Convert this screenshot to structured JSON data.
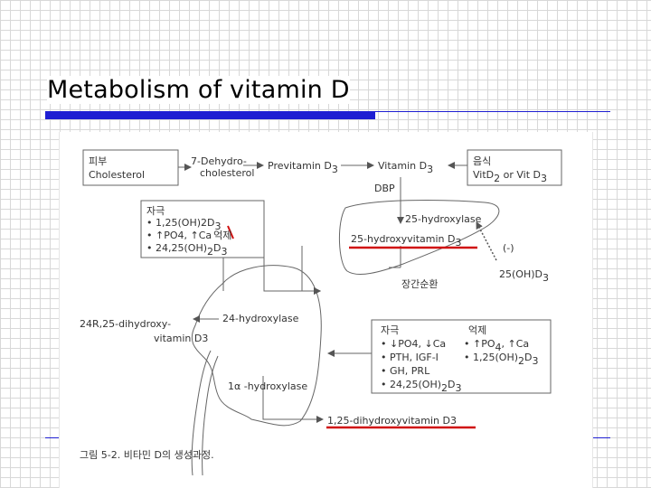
{
  "slide": {
    "title": "Metabolism of vitamin D",
    "colors": {
      "accent": "#1e1ed2",
      "highlight": "#d01010"
    }
  },
  "diagram": {
    "skin_title": "피부",
    "skin_body": "Cholesterol",
    "dehydro_l1": "7-Dehydro-",
    "dehydro_l2": "cholesterol",
    "previtamin": "Previtamin D",
    "previtamin_sub": "3",
    "vitamin": "Vitamin D",
    "vitamin_sub": "3",
    "food_title": "음식",
    "food_body": "VitD",
    "food_sub1": "2",
    "food_mid": " or Vit D",
    "food_sub2": "3",
    "dbp": "DBP",
    "stim1_title": "자극",
    "stim1_item1": "1,25(OH)2D",
    "stim1_item1_sub": "3",
    "stim1_item2_a": "↑PO4, ↑Ca",
    "stim1_item2_b": "억제",
    "stim1_item3": "24,25(OH)",
    "stim1_item3_sub1": "2",
    "stim1_item3_d": "D",
    "stim1_item3_sub2": "3",
    "liver_enzyme": "25-hydroxylase",
    "liver_product": "25-hydroxyvitamin D",
    "liver_product_sub": "3",
    "minus": "(-)",
    "feedback": "25(OH)D",
    "feedback_sub": "3",
    "circulation": "장간순환",
    "kidney_enzyme24": "24-hydroxylase",
    "product24_l1": "24R,25-dihydroxy-",
    "product24_l2": "vitamin D3",
    "stim2_title": "자극",
    "inhib2_title": "억제",
    "stim2_item1": "↓PO4, ↓Ca",
    "stim2_item2": "PTH, IGF-I",
    "stim2_item3": "GH, PRL",
    "stim2_item4": "24,25(OH)",
    "stim2_item4_sub1": "2",
    "stim2_item4_d": "D",
    "stim2_item4_sub2": "3",
    "inhib2_item1": "↑PO",
    "inhib2_item1_sub": "4",
    "inhib2_item1_b": ", ↑Ca",
    "inhib2_item2": "1,25(OH)",
    "inhib2_item2_sub1": "2",
    "inhib2_item2_d": "D",
    "inhib2_item2_sub2": "3",
    "alpha_hydroxylase": "1α -hydroxylase",
    "final_product": "1,25-dihydroxyvitamin D3",
    "caption": "그림 5-2. 비타민 D의 생성과정."
  }
}
